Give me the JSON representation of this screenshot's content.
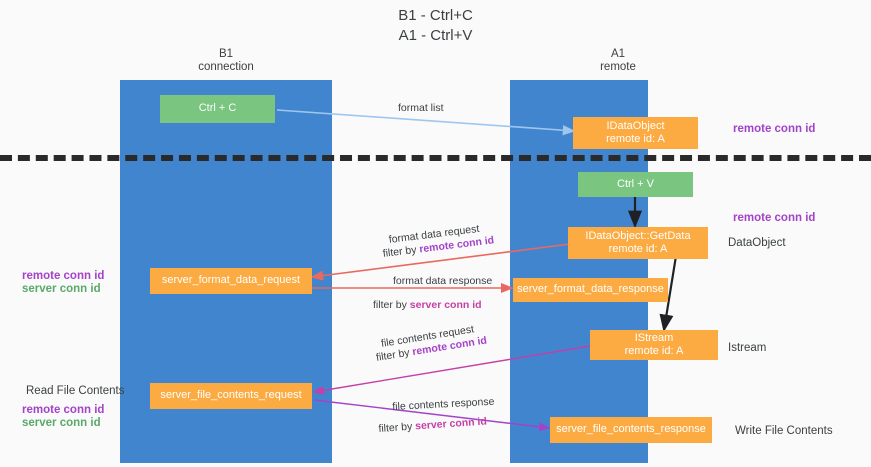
{
  "title": "B1 - Ctrl+C\nA1 - Ctrl+V",
  "columns": {
    "left": "B1\nconnection",
    "right": "A1\nremote"
  },
  "colors": {
    "lane": "#4285cf",
    "green_box": "#7ac57f",
    "orange_box": "#fbab42",
    "remote_conn_id": "#a442c9",
    "server_conn_id": "#5aa86a",
    "server_conn_id_edge": "#c43fa8",
    "divider": "#2a2a2a",
    "arrow_format_list": "#9ec7ee",
    "arrow_red": "#e8695f",
    "arrow_black": "#202124",
    "arrow_magenta": "#c43fa8",
    "arrow_purple": "#a442c9"
  },
  "boxes": {
    "ctrl_c": {
      "line1": "Ctrl + C"
    },
    "idataobject": {
      "line1": "IDataObject",
      "line2": "remote id: A"
    },
    "ctrl_v": {
      "line1": "Ctrl + V"
    },
    "getdata": {
      "line1": "IDataObject::GetData",
      "line2": "remote id: A"
    },
    "format_request": {
      "line1": "server_format_data_request"
    },
    "format_response": {
      "line1": "server_format_data_response"
    },
    "istream": {
      "line1": "IStream",
      "line2": "remote id: A"
    },
    "file_request": {
      "line1": "server_file_contents_request"
    },
    "file_response": {
      "line1": "server_file_contents_response"
    }
  },
  "right_labels": {
    "remote_conn_id_top": "remote conn id",
    "remote_conn_id_mid": "remote conn id",
    "dataobject": "DataObject",
    "istream": "Istream",
    "write_file_contents": "Write File Contents"
  },
  "left_labels": {
    "remote_conn_id": "remote conn id",
    "server_conn_id": "server conn id",
    "read_file_contents": "Read File Contents",
    "remote_conn_id_2": "remote conn id",
    "server_conn_id_2": "server conn id"
  },
  "edges": {
    "format_list": "format list",
    "format_data_request": "format data request",
    "filter_by": "filter by ",
    "remote_conn_id": "remote conn id",
    "format_data_response": "format data response",
    "server_conn_id": "server conn id",
    "file_contents_request": "file contents request",
    "file_contents_response": "file contents response"
  }
}
